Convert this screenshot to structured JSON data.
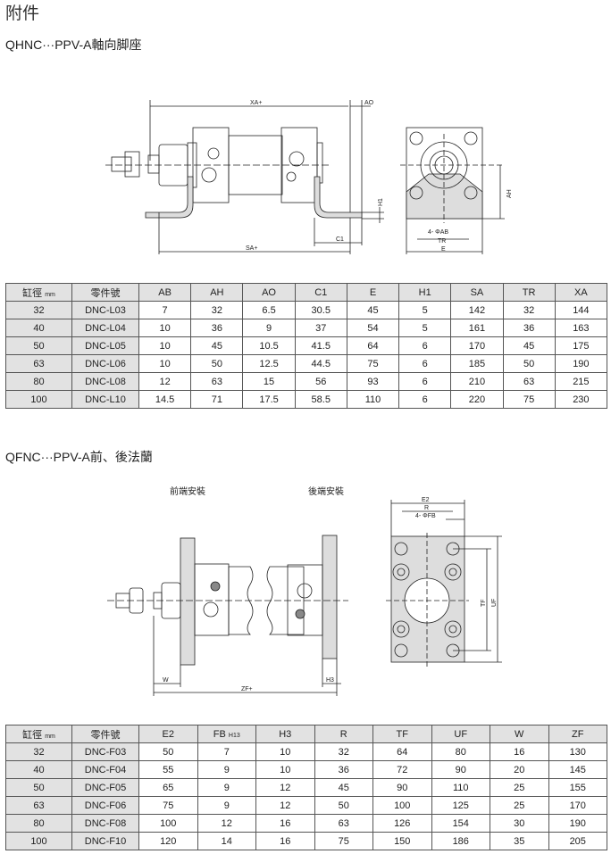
{
  "page_title": "附件",
  "section1": {
    "title": "QHNC···PPV-A軸向脚座",
    "labels": {
      "xa": "XA+",
      "ao": "AO",
      "h1": "H1",
      "c1": "C1",
      "sa": "SA+",
      "ah": "AH",
      "ab": "4- ΦAB",
      "tr": "TR",
      "e": "E"
    },
    "table": {
      "headers": [
        "缸徑",
        "mm",
        "零件號",
        "AB",
        "AH",
        "AO",
        "C1",
        "E",
        "H1",
        "SA",
        "TR",
        "XA"
      ],
      "rows": [
        [
          "32",
          "DNC-L03",
          "7",
          "32",
          "6.5",
          "30.5",
          "45",
          "5",
          "142",
          "32",
          "144"
        ],
        [
          "40",
          "DNC-L04",
          "10",
          "36",
          "9",
          "37",
          "54",
          "5",
          "161",
          "36",
          "163"
        ],
        [
          "50",
          "DNC-L05",
          "10",
          "45",
          "10.5",
          "41.5",
          "64",
          "6",
          "170",
          "45",
          "175"
        ],
        [
          "63",
          "DNC-L06",
          "10",
          "50",
          "12.5",
          "44.5",
          "75",
          "6",
          "185",
          "50",
          "190"
        ],
        [
          "80",
          "DNC-L08",
          "12",
          "63",
          "15",
          "56",
          "93",
          "6",
          "210",
          "63",
          "215"
        ],
        [
          "100",
          "DNC-L10",
          "14.5",
          "71",
          "17.5",
          "58.5",
          "110",
          "6",
          "220",
          "75",
          "230"
        ]
      ]
    }
  },
  "section2": {
    "title": "QFNC···PPV-A前、後法蘭",
    "labels": {
      "front": "前端安裝",
      "rear": "後端安裝",
      "w": "W",
      "zf": "ZF+",
      "h3": "H3",
      "e2": "E2",
      "r": "R",
      "fb": "4- ΦFB",
      "tf": "TF",
      "uf": "UF"
    },
    "table": {
      "headers": [
        "缸徑",
        "mm",
        "零件號",
        "E2",
        "FB",
        "H13",
        "H3",
        "R",
        "TF",
        "UF",
        "W",
        "ZF"
      ],
      "rows": [
        [
          "32",
          "DNC-F03",
          "50",
          "7",
          "10",
          "32",
          "64",
          "80",
          "16",
          "130"
        ],
        [
          "40",
          "DNC-F04",
          "55",
          "9",
          "10",
          "36",
          "72",
          "90",
          "20",
          "145"
        ],
        [
          "50",
          "DNC-F05",
          "65",
          "9",
          "12",
          "45",
          "90",
          "110",
          "25",
          "155"
        ],
        [
          "63",
          "DNC-F06",
          "75",
          "9",
          "12",
          "50",
          "100",
          "125",
          "25",
          "170"
        ],
        [
          "80",
          "DNC-F08",
          "100",
          "12",
          "16",
          "63",
          "126",
          "154",
          "30",
          "190"
        ],
        [
          "100",
          "DNC-F10",
          "120",
          "14",
          "16",
          "75",
          "150",
          "186",
          "35",
          "205"
        ]
      ]
    }
  }
}
